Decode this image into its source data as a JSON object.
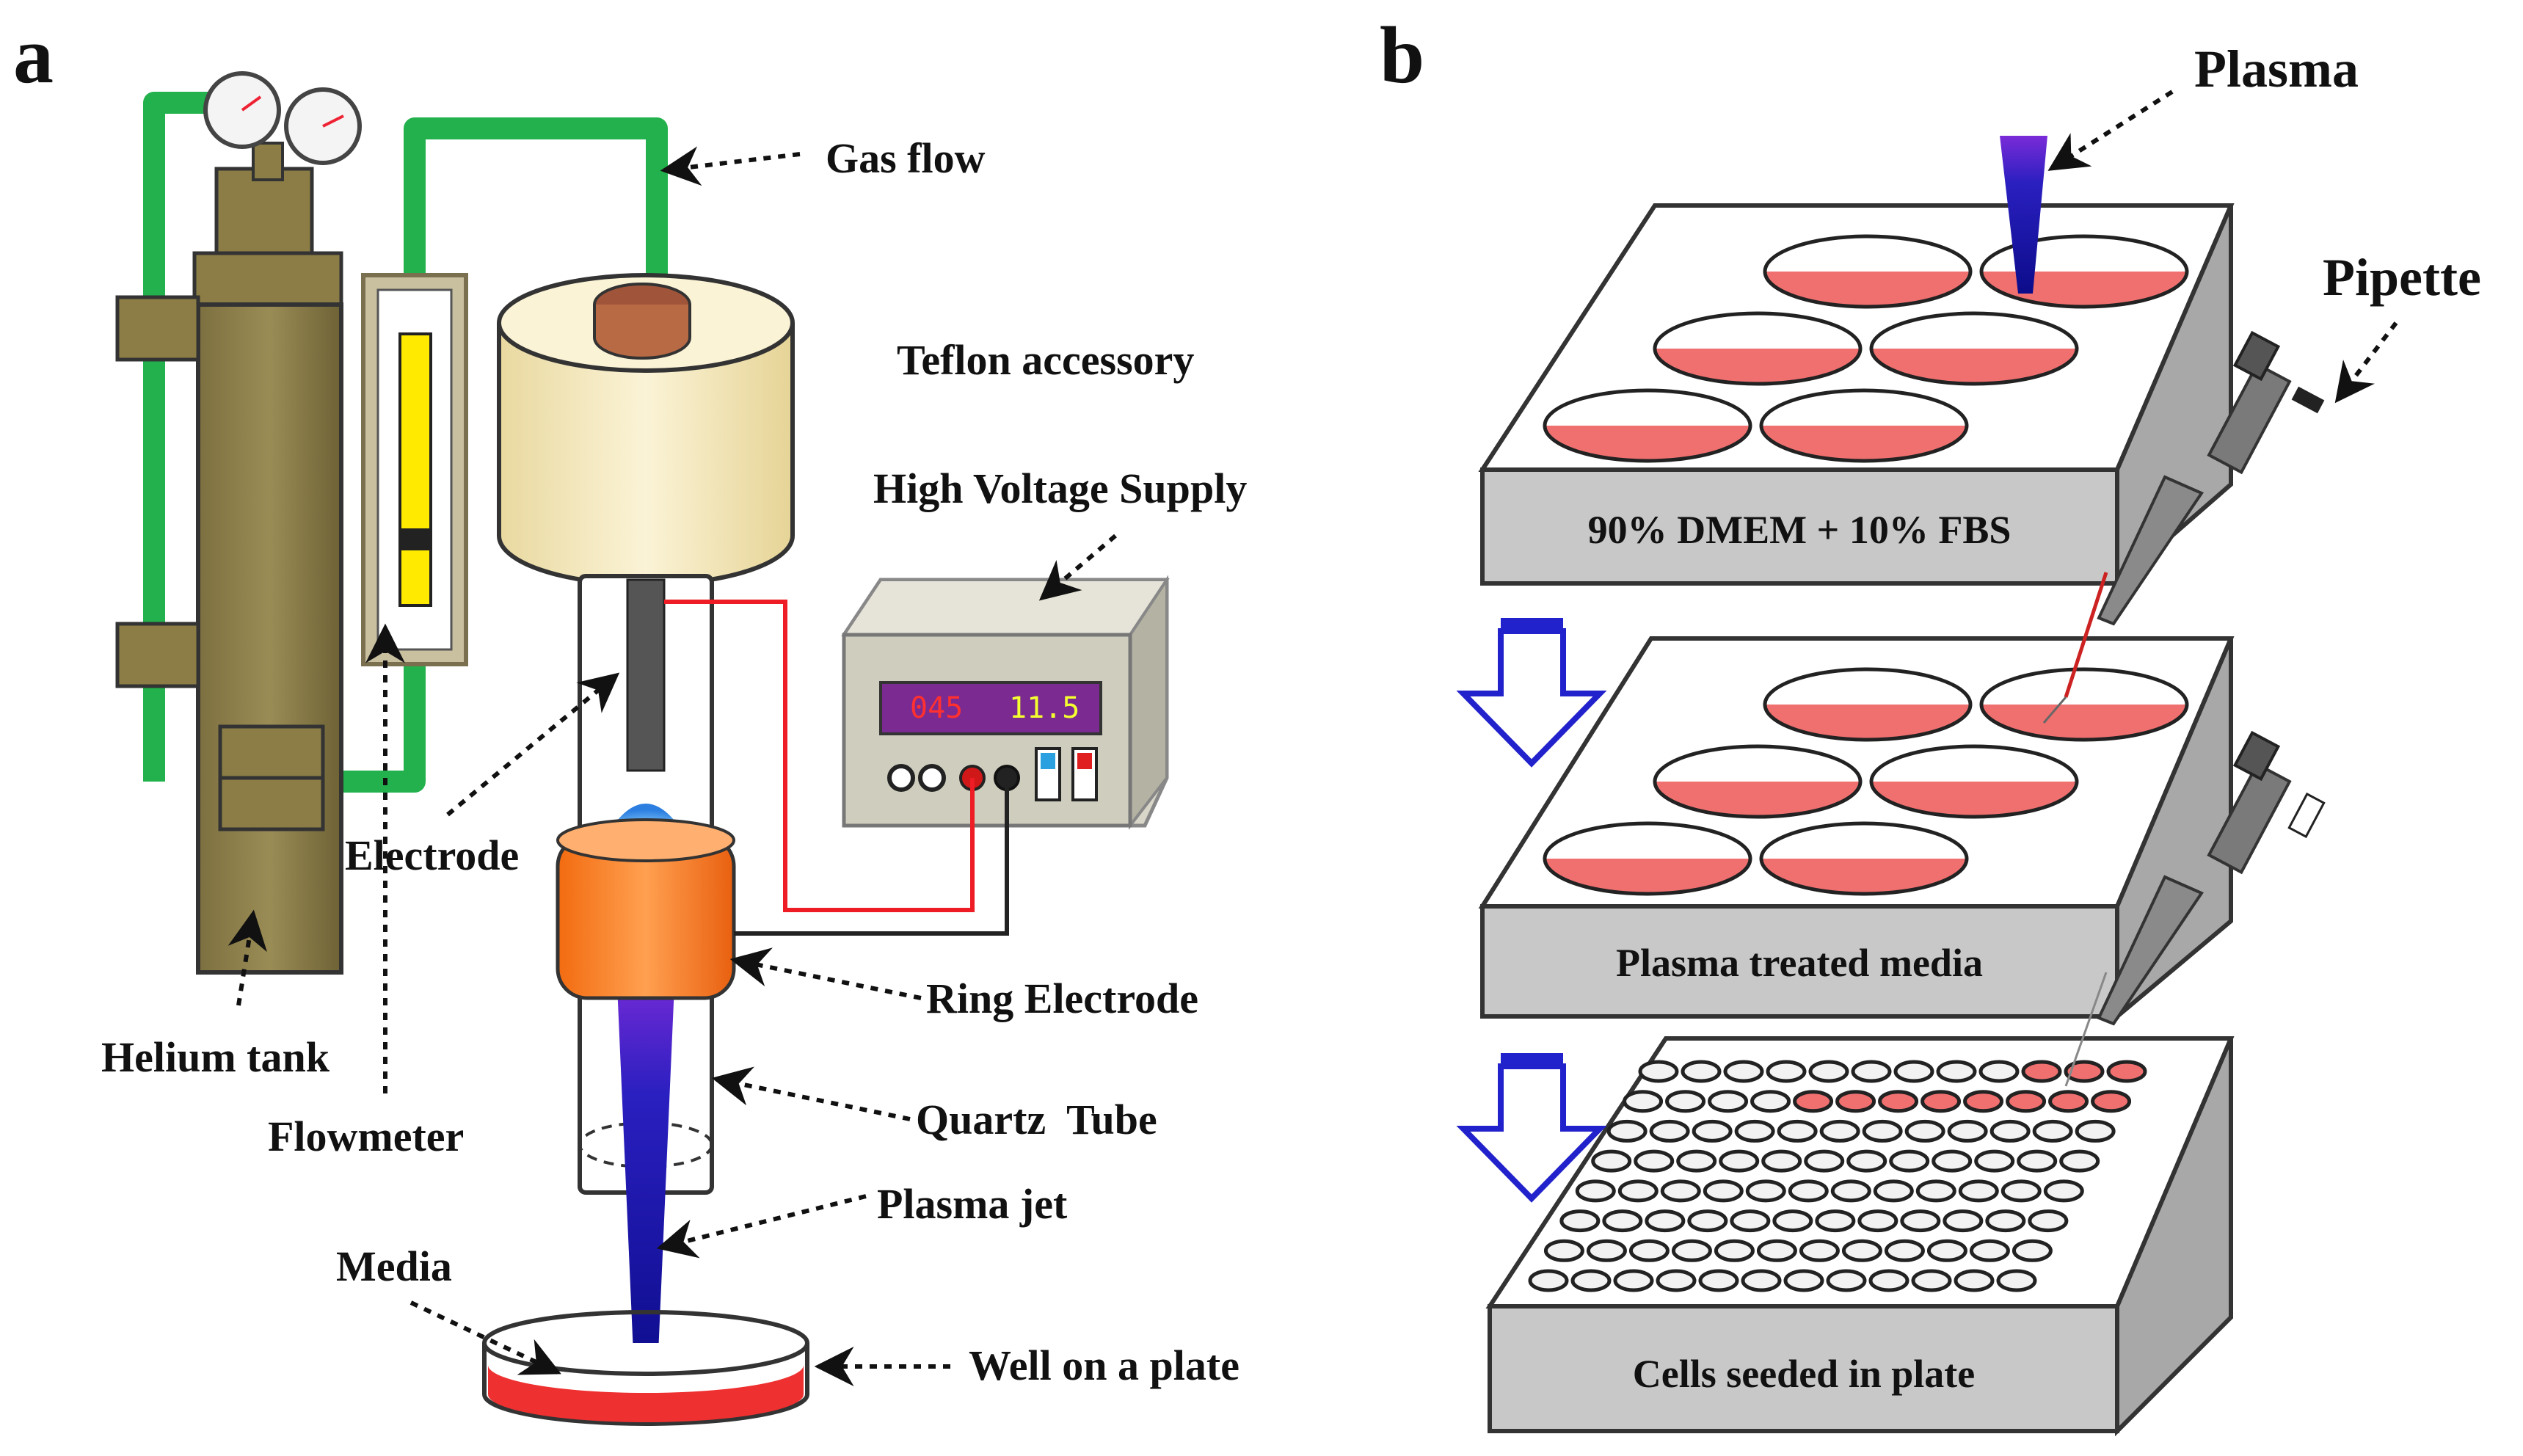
{
  "panels": {
    "a": {
      "letter": "a",
      "labels": {
        "gas_flow": "Gas flow",
        "teflon": "Teflon accessory",
        "hv_supply": "High Voltage Supply",
        "electrode": "Electrode",
        "ring_electrode": "Ring Electrode",
        "helium_tank": "Helium tank",
        "flowmeter": "Flowmeter",
        "quartz_tube": "Quartz  Tube",
        "plasma_jet": "Plasma jet",
        "media": "Media",
        "well": "Well on a plate"
      },
      "display": {
        "left": "045",
        "right": "11.5"
      }
    },
    "b": {
      "letter": "b",
      "labels": {
        "plasma": "Plasma",
        "pipette": "Pipette",
        "plate1": "90% DMEM + 10% FBS",
        "plate2": "Plasma treated media",
        "plate3": "Cells seeded in plate"
      }
    }
  },
  "colors": {
    "green_tube": "#22b14c",
    "tank": "#8b7d45",
    "teflon": "#f2e6b8",
    "ring": "#ff7f27",
    "plasma": "#1c1ca8",
    "media": "#f07070",
    "arrow": "#2222cc",
    "plate_grey": "#c8c8c8"
  }
}
